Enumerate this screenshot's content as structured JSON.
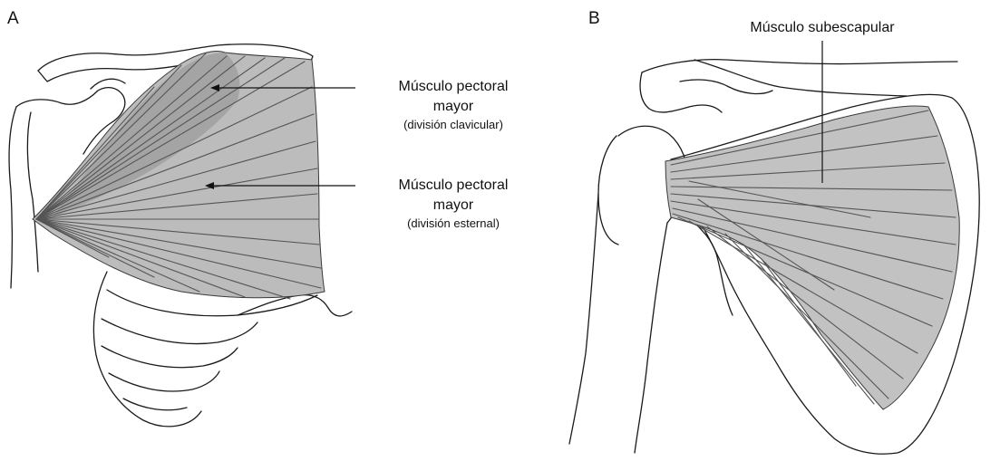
{
  "panels": {
    "a": {
      "letter": "A",
      "labels": {
        "clavicular": {
          "line1": "Músculo pectoral",
          "line2": "mayor",
          "line3": "(división clavicular)"
        },
        "sternal": {
          "line1": "Músculo pectoral",
          "line2": "mayor",
          "line3": "(división esternal)"
        }
      }
    },
    "b": {
      "letter": "B",
      "labels": {
        "subscapular": "Músculo subescapular"
      }
    }
  },
  "colors": {
    "outline": "#1a1a1a",
    "muscle_fill": "#bdbdbd",
    "muscle_dark": "#8a8a8a",
    "fiber": "#555555"
  }
}
